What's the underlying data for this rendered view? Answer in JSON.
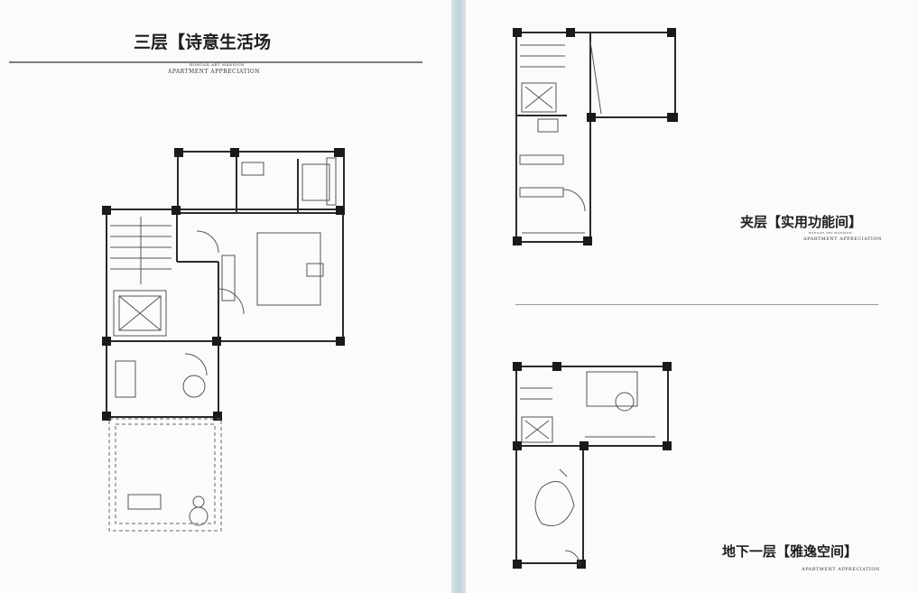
{
  "left_page": {
    "title": "三层【诗意生活场",
    "brand": "RONGAN ART MANSION",
    "subtitle": "APARTMENT  APPRECIATION"
  },
  "right_page": {
    "mezzanine": {
      "title": "夹层【实用功能间】",
      "brand": "RONGAN ART MANSION",
      "subtitle": "APARTMENT  APPRECIATION"
    },
    "basement": {
      "title": "地下一层【雅逸空间】",
      "subtitle": "APARTMENT  APPRECIATION"
    }
  }
}
